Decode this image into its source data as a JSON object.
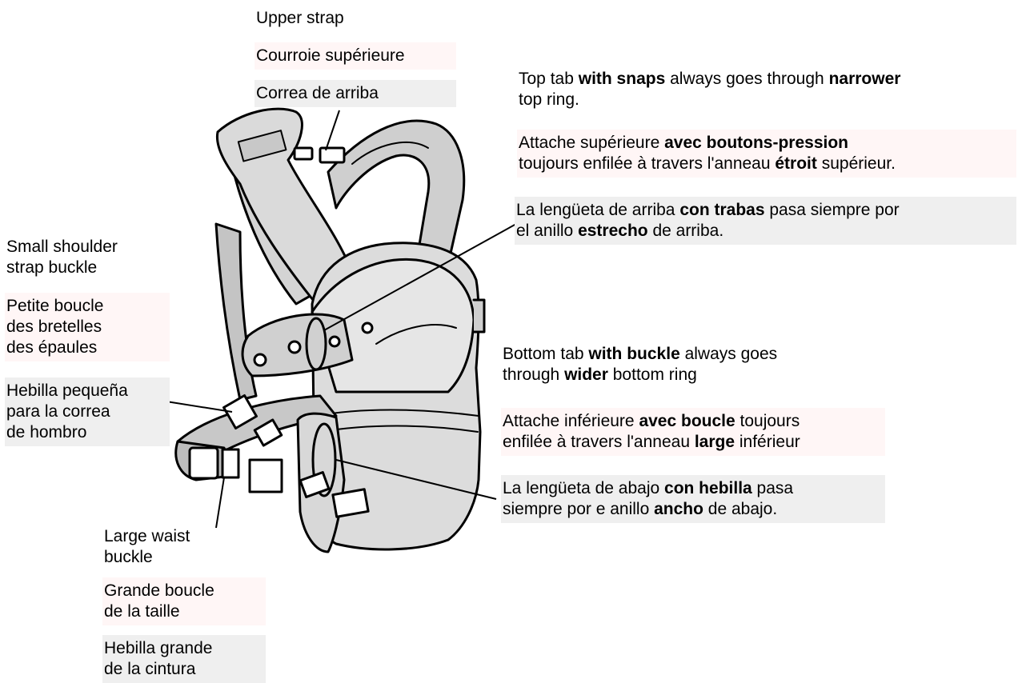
{
  "upper_strap": {
    "en": "Upper strap",
    "fr": "Courroie supérieure",
    "es": "Correa de arriba"
  },
  "top_tab": {
    "en": [
      "Top tab ",
      "with snaps",
      " always goes through ",
      "narrower",
      "top ring."
    ],
    "fr": [
      "Attache supérieure ",
      "avec boutons-pression",
      "toujours enfilée à travers l'anneau ",
      "étroit",
      " supérieur."
    ],
    "es": [
      "La lengüeta de arriba ",
      "con trabas",
      " pasa siempre por",
      "el anillo ",
      "estrecho",
      " de arriba."
    ]
  },
  "small_buckle": {
    "en": [
      "Small shoulder",
      "strap buckle"
    ],
    "fr": [
      "Petite boucle",
      "des bretelles",
      "des épaules"
    ],
    "es": [
      "Hebilla pequeña",
      "para la correa",
      "de hombro"
    ]
  },
  "bottom_tab": {
    "en": [
      "Bottom tab ",
      "with buckle",
      " always goes",
      "through ",
      "wider",
      " bottom ring"
    ],
    "fr": [
      "Attache inférieure ",
      "avec boucle",
      " toujours",
      "enfilée à travers l'anneau ",
      "large",
      " inférieur"
    ],
    "es": [
      "La lengüeta de abajo ",
      "con hebilla",
      " pasa",
      "siempre por e anillo ",
      "ancho",
      " de abajo."
    ]
  },
  "waist_buckle": {
    "en": [
      "Large waist",
      "buckle"
    ],
    "fr": [
      "Grande boucle",
      "de la taille"
    ],
    "es": [
      "Hebilla grande",
      "de la cintura"
    ]
  }
}
